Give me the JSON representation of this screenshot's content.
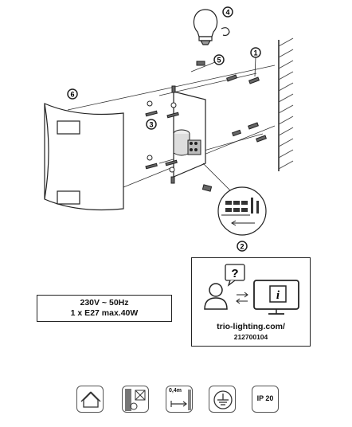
{
  "callouts": [
    "1",
    "2",
    "3",
    "4",
    "5",
    "6"
  ],
  "spec": {
    "voltage": "230V ~ 50Hz",
    "bulb": "1 x E27 max.40W"
  },
  "info": {
    "url": "trio-lighting.com/",
    "code": "212700104",
    "question_mark": "?",
    "info_letter": "i"
  },
  "symbols": {
    "distance": "0,4m",
    "ip_rating": "IP 20"
  },
  "colors": {
    "line": "#222222",
    "gray": "#777777"
  }
}
